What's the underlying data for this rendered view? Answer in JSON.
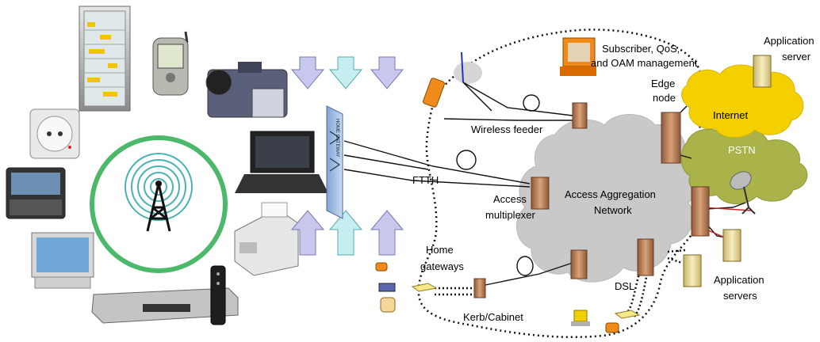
{
  "diagram": {
    "labels": {
      "subscriber_line1": "Subscriber, QoS,",
      "subscriber_line2": "and OAM management",
      "app_server_line1": "Application",
      "app_server_line2": "server",
      "edge_line1": "Edge",
      "edge_line2": "node",
      "internet": "Internet",
      "pstn": "PSTN",
      "wireless_feeder": "Wireless feeder",
      "ftth": "FTTH",
      "access_line1": "Access",
      "access_line2": "multiplexer",
      "aggregation_line1": "Access Aggregation",
      "aggregation_line2": "Network",
      "home_gw_line1": "Home",
      "home_gw_line2": "gateways",
      "dsl": "DSL",
      "kerb": "Kerb/Cabinet",
      "app_servers_line1": "Application",
      "app_servers_line2": "servers",
      "home_gateway_box": "HOME GATEWAY"
    },
    "colors": {
      "cloud_gray": "#c9c9c9",
      "internet_cloud": "#f5d000",
      "pstn_cloud": "#a9b34a",
      "ring_green": "#4cb86a",
      "server_brown": "#b9805a",
      "arrow_purple": "#c8c8ee",
      "arrow_cyan": "#c6eef0",
      "gateway_blue": "#a8c4e8"
    },
    "icons": [
      "refrigerator-icon",
      "mobile-phone-icon",
      "camcorder-icon",
      "power-outlet-icon",
      "pda-icon",
      "radio-tower-icon",
      "laptop-icon",
      "tv-icon",
      "fax-printer-icon",
      "dvd-player-icon",
      "remote-control-icon",
      "home-gateway-icon",
      "pc-icon",
      "server-icon",
      "satellite-dish-icon",
      "telephone-icon"
    ]
  }
}
